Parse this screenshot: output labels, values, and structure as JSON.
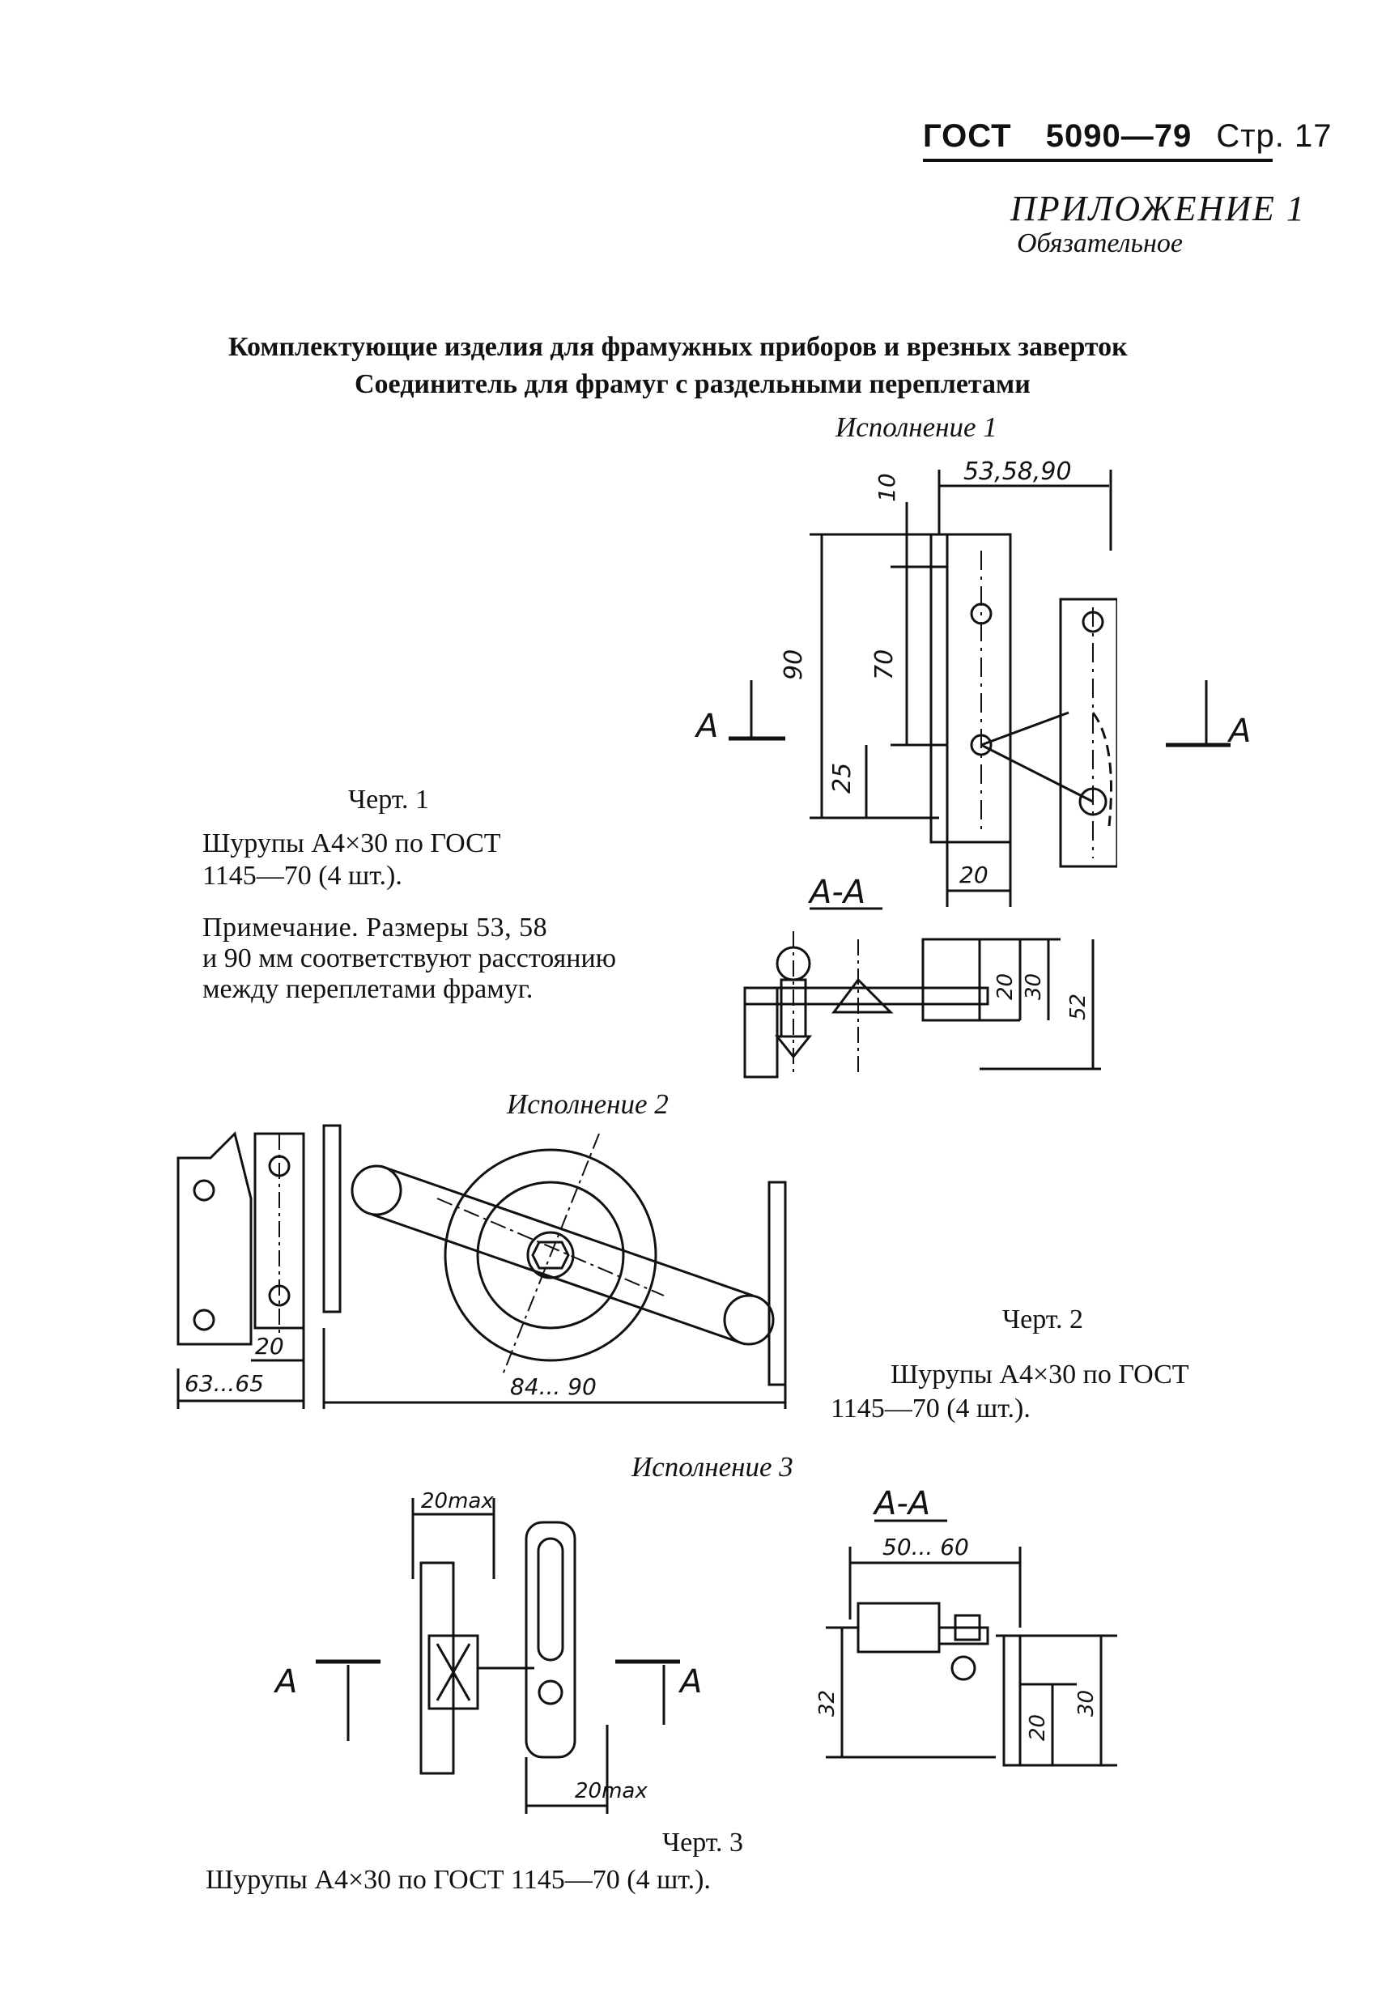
{
  "header": {
    "standard": "ГОСТ",
    "number": "5090—79",
    "page": "Стр. 17"
  },
  "appendix": {
    "title": "ПРИЛОЖЕНИЕ 1",
    "subtitle": "Обязательное"
  },
  "titles": {
    "line1": "Комплектующие изделия для фрамужных приборов и врезных заверток",
    "line2": "Соединитель для фрамуг с раздельными переплетами"
  },
  "variant1": {
    "label": "Исполнение 1",
    "drawing_label": "Черт. 1",
    "screws_line1": "Шурупы    А4×30    по    ГОСТ",
    "screws_line2": "1145—70 (4 шт.).",
    "note_line1": "Примечание. Размеры 53,  58",
    "note_line2": "и 90 мм соответствуют   расстоянию",
    "note_line3": "между переплетами фрамуг.",
    "dims": {
      "top": "53,58,90",
      "d10": "10",
      "d70": "70",
      "d90": "90",
      "d25": "25",
      "d20": "20",
      "sect_a": "А",
      "section_title": "А-А",
      "s20": "20",
      "s30": "30",
      "s52": "52"
    }
  },
  "variant2": {
    "label": "Исполнение 2",
    "drawing_label": "Черт. 2",
    "screws_line1": "Шурупы А4×30 по ГОСТ",
    "screws_line2": "1145—70 (4 шт.).",
    "dims": {
      "d20": "20",
      "d63": "63...65",
      "d84": "84... 90"
    }
  },
  "variant3": {
    "label": "Исполнение  3",
    "drawing_label": "Черт. 3",
    "screws": "Шурупы А4×30 по ГОСТ 1145—70 (4 шт.).",
    "dims": {
      "top": "20max",
      "bottom": "20max",
      "sect_a": "А",
      "section_title": "А-А",
      "d50": "50... 60",
      "d32": "32",
      "d20": "20",
      "d30": "30"
    }
  }
}
